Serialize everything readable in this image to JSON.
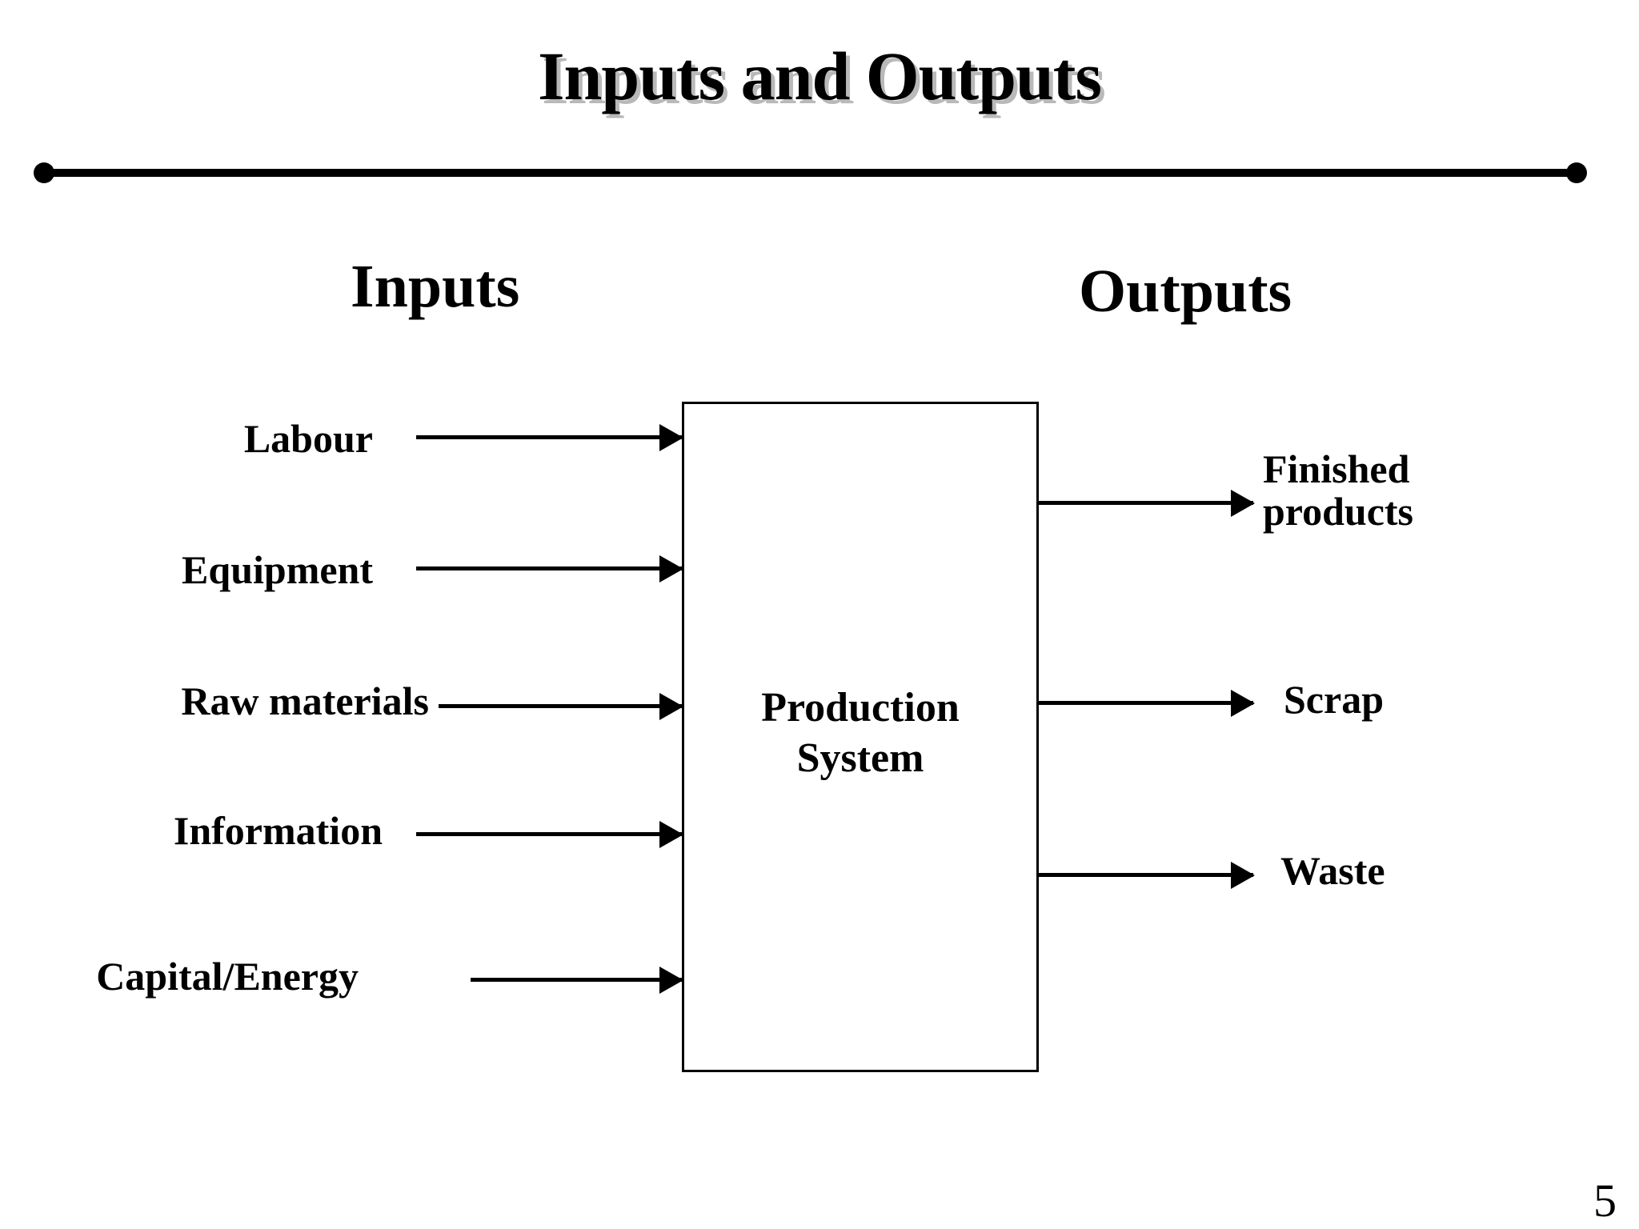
{
  "slide": {
    "title": "Inputs and Outputs",
    "page_number": "5",
    "colors": {
      "ink": "#000000",
      "background": "#ffffff",
      "title_shadow": "#b9b9b9"
    }
  },
  "headings": {
    "inputs": "Inputs",
    "outputs": "Outputs"
  },
  "process": {
    "label_line1": "Production",
    "label_line2": "System"
  },
  "inputs": [
    {
      "label": "Labour"
    },
    {
      "label": "Equipment"
    },
    {
      "label": "Raw materials"
    },
    {
      "label": "Information"
    },
    {
      "label": "Capital/Energy"
    }
  ],
  "outputs": [
    {
      "label_line1": "Finished",
      "label_line2": "products"
    },
    {
      "label_line1": "Scrap",
      "label_line2": ""
    },
    {
      "label_line1": "Waste",
      "label_line2": ""
    }
  ]
}
